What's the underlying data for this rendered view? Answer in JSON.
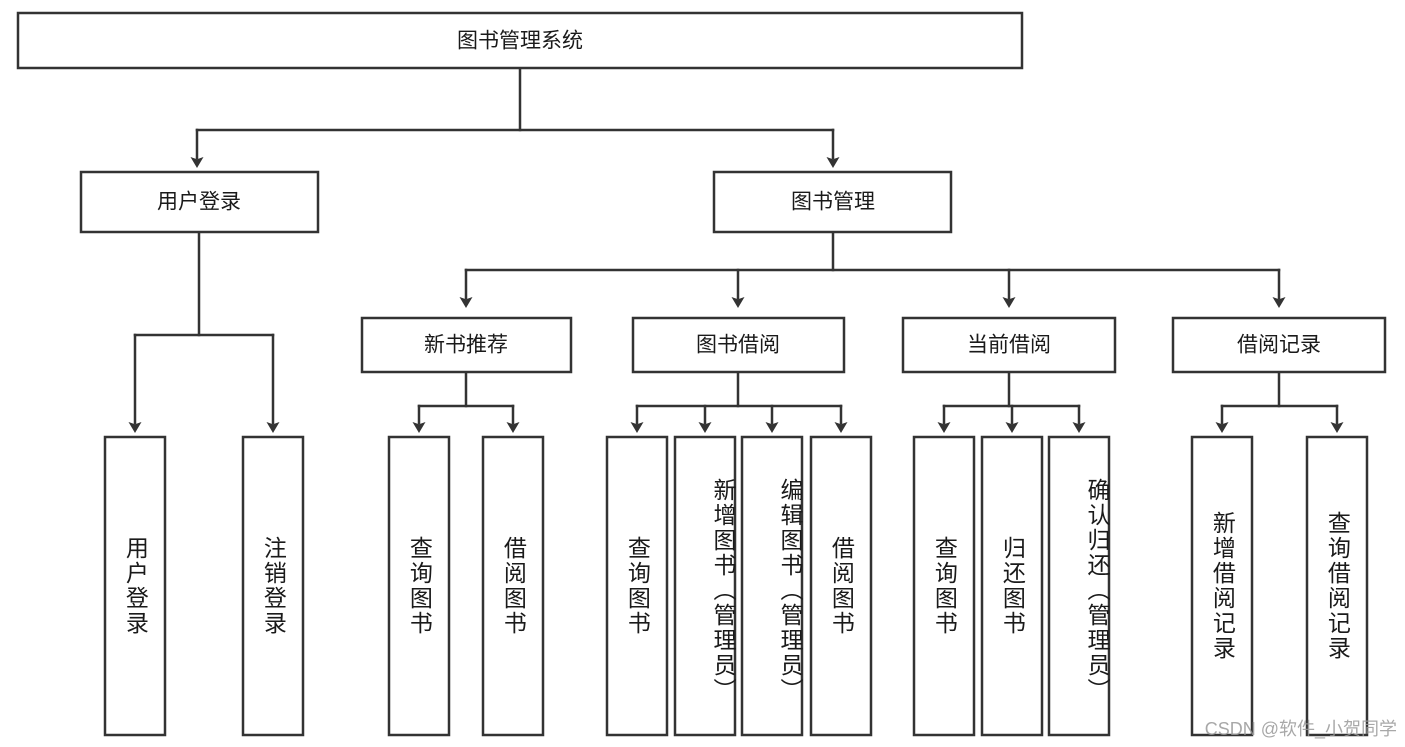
{
  "diagram": {
    "type": "tree-hierarchy",
    "title": "图书管理系统",
    "watermark": "CSDN @软件_小贺同学",
    "colors": {
      "stroke": "#333333",
      "box_fill": "#ffffff",
      "text": "#1a1a1a",
      "background": "#ffffff",
      "watermark": "#9a9a9a"
    },
    "root": {
      "label": "图书管理系统"
    },
    "level2": [
      {
        "label": "用户登录"
      },
      {
        "label": "图书管理"
      }
    ],
    "level3": [
      {
        "label": "新书推荐"
      },
      {
        "label": "图书借阅"
      },
      {
        "label": "当前借阅"
      },
      {
        "label": "借阅记录"
      }
    ],
    "leaves": {
      "user_login": [
        {
          "label": "用户登录"
        },
        {
          "label": "注销登录"
        }
      ],
      "new_book_recommend": [
        {
          "label": "查询图书"
        },
        {
          "label": "借阅图书"
        }
      ],
      "book_borrow": [
        {
          "label": "查询图书"
        },
        {
          "label": "新增图书（管理员）"
        },
        {
          "label": "编辑图书（管理员）"
        },
        {
          "label": "借阅图书"
        }
      ],
      "current_borrow": [
        {
          "label": "查询图书"
        },
        {
          "label": "归还图书"
        },
        {
          "label": "确认归还（管理员）"
        }
      ],
      "borrow_record": [
        {
          "label": "新增借阅记录"
        },
        {
          "label": "查询借阅记录"
        }
      ]
    }
  }
}
